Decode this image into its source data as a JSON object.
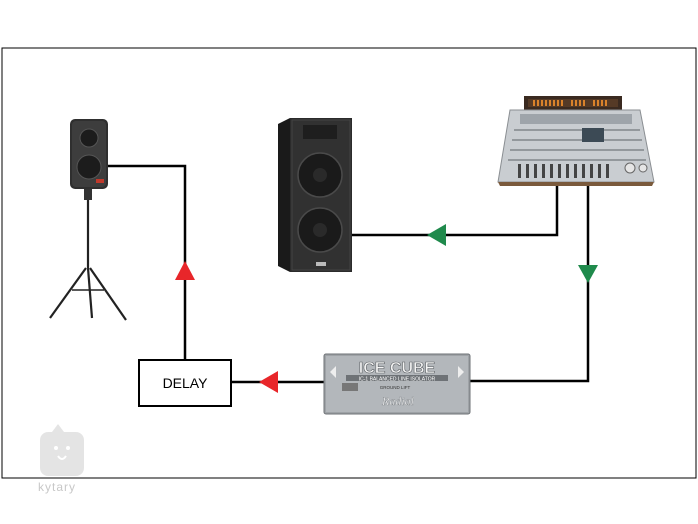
{
  "diagram": {
    "delay_label": "DELAY",
    "ice_cube": {
      "brand_title": "ICE CUBE",
      "model_line": "IC-1 BALANCED LINE ISOLATOR",
      "switch_labels": "GROUND LIFT",
      "maker": "Radial"
    },
    "watermark": "kytary",
    "colors": {
      "line": "#000000",
      "arrow_green": "#1f8a4c",
      "arrow_red": "#e8262a",
      "box_border": "#000000"
    },
    "nodes": [
      "pa-speaker-on-stand",
      "main-speaker-cabinet",
      "mixing-console",
      "ice-cube-isolator",
      "delay-box"
    ],
    "signal_arrows": [
      {
        "name": "console-to-main-speaker",
        "color": "green",
        "direction": "left"
      },
      {
        "name": "console-to-isolator",
        "color": "green",
        "direction": "down"
      },
      {
        "name": "isolator-to-delay",
        "color": "red",
        "direction": "left"
      },
      {
        "name": "delay-to-stand-speaker",
        "color": "red",
        "direction": "up"
      }
    ]
  }
}
